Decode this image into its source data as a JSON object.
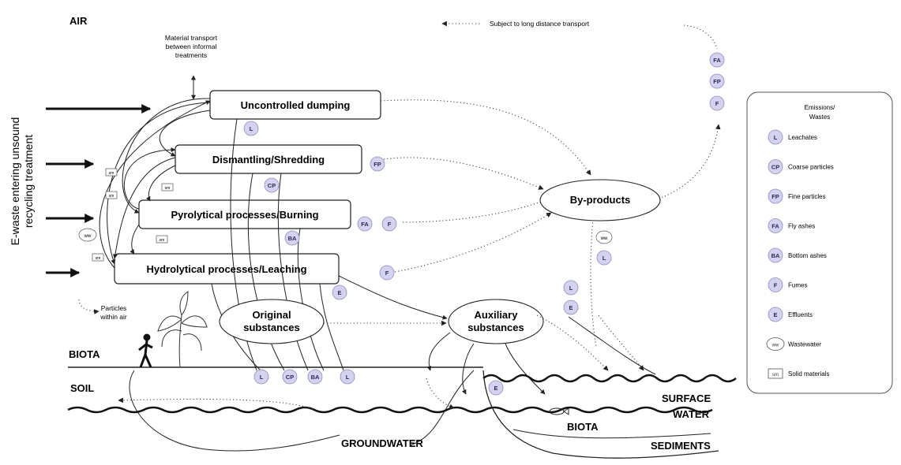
{
  "regions": {
    "air": "AIR",
    "biota": "BIOTA",
    "soil": "SOIL",
    "groundwater": "GROUNDWATER",
    "surface_water_1": "SURFACE",
    "surface_water_2": "WATER",
    "water_biota": "BIOTA",
    "sediments": "SEDIMENTS"
  },
  "side_label": {
    "line1": "E-waste entering unsound",
    "line2": "recycling treatment"
  },
  "notes": {
    "material_transport_1": "Material transport",
    "material_transport_2": "between informal",
    "material_transport_3": "treatments",
    "long_distance": "Subject to long distance transport",
    "particles_1": "Particles",
    "particles_2": "within air"
  },
  "processes": [
    {
      "label": "Uncontrolled dumping"
    },
    {
      "label": "Dismantling/Shredding"
    },
    {
      "label": "Pyrolytical processes/Burning"
    },
    {
      "label": "Hydrolytical processes/Leaching"
    }
  ],
  "nodes": {
    "byproducts": "By-products",
    "original_1": "Original",
    "original_2": "substances",
    "auxiliary_1": "Auxiliary",
    "auxiliary_2": "substances"
  },
  "badges": {
    "L": "L",
    "CP": "CP",
    "FP": "FP",
    "FA": "FA",
    "BA": "BA",
    "F": "F",
    "E": "E",
    "ww": "ww",
    "sm": "sm"
  },
  "legend": {
    "title_1": "Emissions/",
    "title_2": "Wastes",
    "items": [
      {
        "code": "L",
        "label": "Leachates"
      },
      {
        "code": "CP",
        "label": "Coarse particles"
      },
      {
        "code": "FP",
        "label": "Fine particles"
      },
      {
        "code": "FA",
        "label": "Fly ashes"
      },
      {
        "code": "BA",
        "label": "Bottom ashes"
      },
      {
        "code": "F",
        "label": "Fumes"
      },
      {
        "code": "E",
        "label": "Effluents"
      },
      {
        "code": "ww",
        "label": "Wastewater"
      },
      {
        "code": "sm",
        "label": "Solid materials"
      }
    ]
  },
  "colors": {
    "badge_fill": "#d4d2ee",
    "badge_stroke": "#8d8bc3",
    "line": "#222222"
  }
}
